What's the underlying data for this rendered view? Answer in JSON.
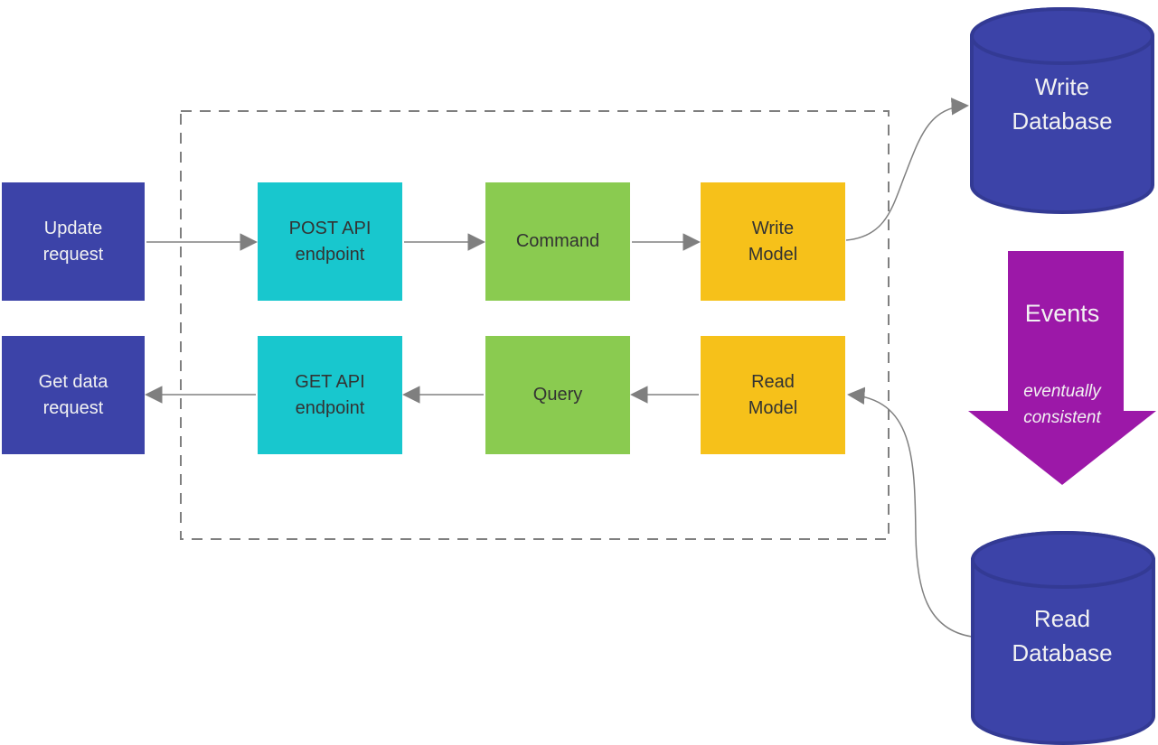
{
  "diagram_type": "CQRS architecture flow diagram",
  "colors": {
    "indigo": "#3C43A8",
    "indigo_dark": "#333A94",
    "cyan": "#18C7CE",
    "green": "#8ACB50",
    "yellow": "#F6C11A",
    "purple": "#9C18A8",
    "edge": "#808080",
    "edge_head": "#7F7F7F",
    "boundary": "#7F7F7F",
    "text_dark": "#333333",
    "text_light": "#F2F2F2"
  },
  "nodes": {
    "update_request": {
      "label": "Update\nrequest"
    },
    "post_api": {
      "label": "POST API\nendpoint"
    },
    "command": {
      "label": "Command"
    },
    "write_model": {
      "label": "Write\nModel"
    },
    "get_data_request": {
      "label": "Get data\nrequest"
    },
    "get_api": {
      "label": "GET API\nendpoint"
    },
    "query": {
      "label": "Query"
    },
    "read_model": {
      "label": "Read\nModel"
    },
    "write_database": {
      "label": "Write\nDatabase"
    },
    "read_database": {
      "label": "Read\nDatabase"
    },
    "events": {
      "label": "Events",
      "note": "eventually\nconsistent"
    }
  }
}
